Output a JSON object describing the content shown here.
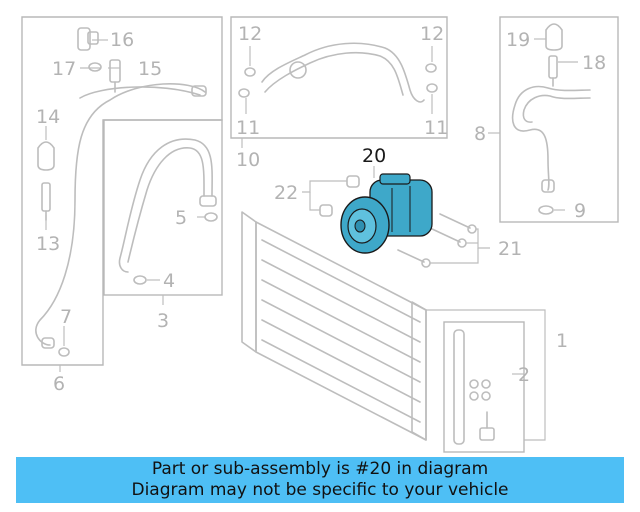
{
  "callouts": {
    "c1": "1",
    "c2": "2",
    "c3": "3",
    "c4": "4",
    "c5": "5",
    "c6": "6",
    "c7": "7",
    "c8": "8",
    "c9": "9",
    "c10": "10",
    "c11a": "11",
    "c11b": "11",
    "c12a": "12",
    "c12b": "12",
    "c13": "13",
    "c14": "14",
    "c15": "15",
    "c16": "16",
    "c17": "17",
    "c18": "18",
    "c19": "19",
    "c20": "20",
    "c21": "21",
    "c22": "22"
  },
  "banner": {
    "line1": "Part or sub-assembly is #20 in diagram",
    "line2": "Diagram may not be specific to your vehicle"
  },
  "colors": {
    "highlight": "#3ea8c9",
    "banner": "#4ebff5",
    "lineart": "#bdbdbd"
  }
}
